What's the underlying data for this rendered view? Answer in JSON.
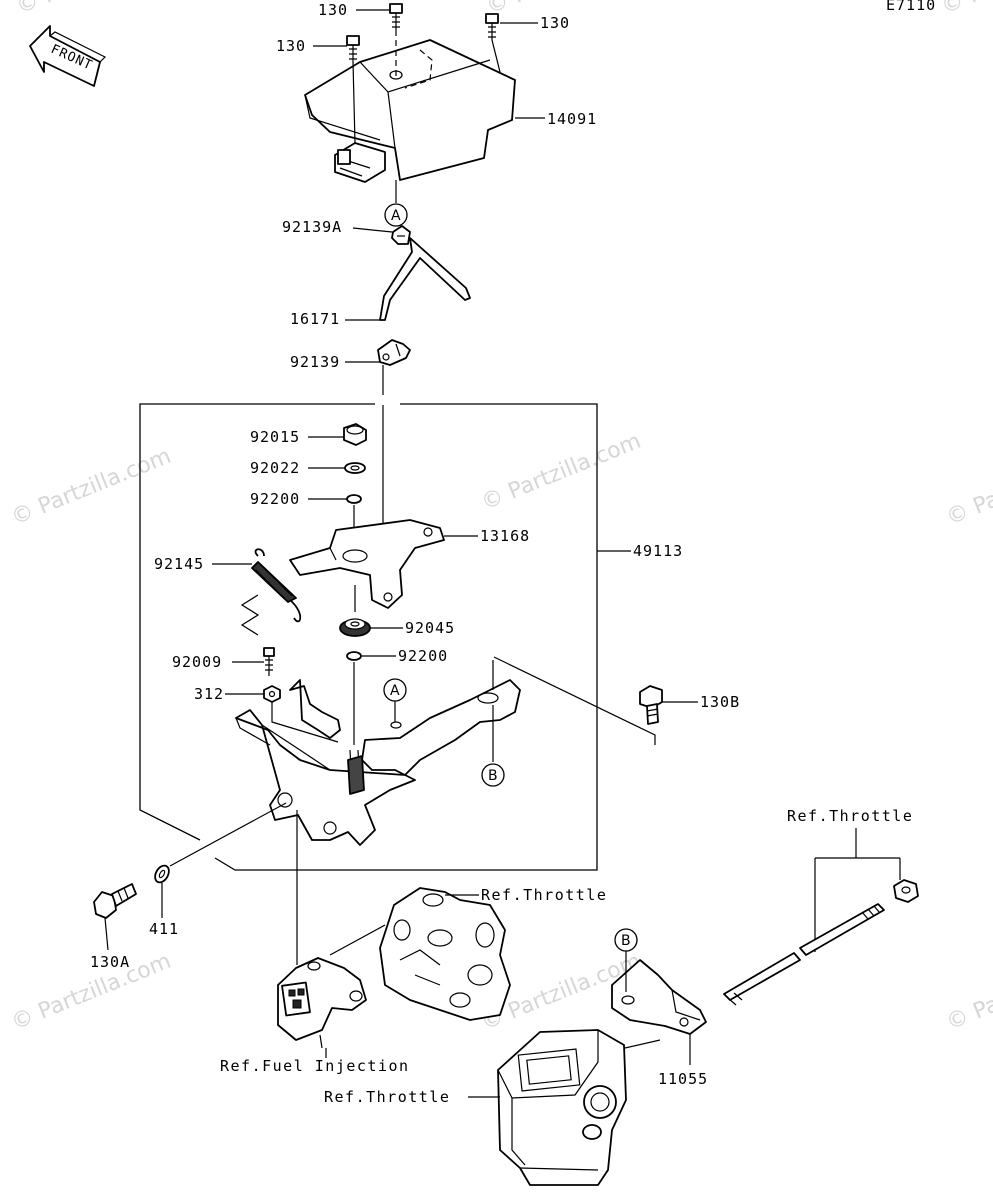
{
  "diagram_code": "E7110",
  "front_label": "FRONT",
  "watermark": "© Partzilla.com",
  "callouts": {
    "c130_top": "130",
    "c130_right": "130",
    "c130_left": "130",
    "c14091": "14091",
    "c92139A": "92139A",
    "c16171": "16171",
    "c92139": "92139",
    "c92015": "92015",
    "c92022": "92022",
    "c92200_upper": "92200",
    "c13168": "13168",
    "c49113": "49113",
    "c92145": "92145",
    "c92045": "92045",
    "c92009": "92009",
    "c92200_lower": "92200",
    "c312": "312",
    "c130B": "130B",
    "c130A": "130A",
    "c411": "411",
    "c11055": "11055"
  },
  "markers": {
    "a_top": "A",
    "a_mid": "A",
    "b_mid": "B",
    "b_low": "B"
  },
  "references": {
    "throttle_right": "Ref.Throttle",
    "throttle_center": "Ref.Throttle",
    "throttle_bottom": "Ref.Throttle",
    "fuel_injection": "Ref.Fuel Injection"
  }
}
